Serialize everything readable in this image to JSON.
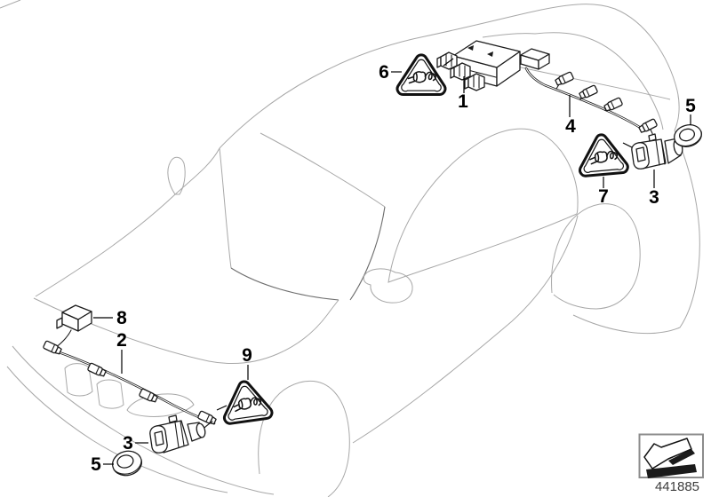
{
  "diagram": {
    "callouts": [
      {
        "label": "1"
      },
      {
        "label": "2"
      },
      {
        "label": "3"
      },
      {
        "label": "4"
      },
      {
        "label": "5"
      },
      {
        "label": "6"
      },
      {
        "label": "7"
      },
      {
        "label": "8"
      },
      {
        "label": "9"
      },
      {
        "label": "3"
      },
      {
        "label": "5"
      }
    ],
    "icons": {
      "warning_triangle": "warning-plug-cable-triangle-icon",
      "footer_arrow": "arrow-bottom-left-icon"
    },
    "colors": {
      "background": "#ffffff",
      "car_line": "#a8a8a8",
      "part_line": "#1b1b1b",
      "label": "#000000",
      "frame_border": "#8c8c8c",
      "footer_text": "#3d3d3d"
    },
    "footer": {
      "image_number": "441885"
    }
  }
}
